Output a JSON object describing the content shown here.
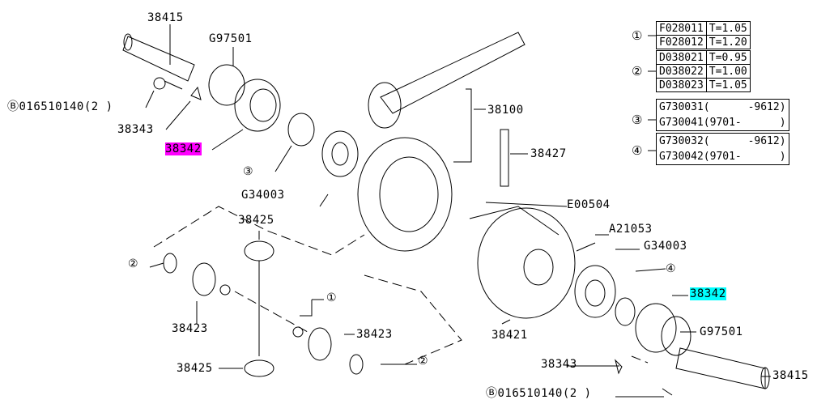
{
  "labels": {
    "shaft_left": "38415",
    "seal_left": "G97501",
    "bolt_left": "Ⓑ016510140(2 )",
    "lockplate_left": "38343",
    "retainer_left": "38342",
    "shim3": "③",
    "bearing_left": "G34003",
    "gear_set": "38100",
    "pin": "38427",
    "pin_clip": "E00504",
    "bolt_case": "A21053",
    "bearing_right": "G34003",
    "shim4": "④",
    "retainer_right": "38342",
    "seal_right": "G97501",
    "shaft_right": "38415",
    "lockplate_right": "38343",
    "bolt_right": "Ⓑ016510140(2 )",
    "diff_case": "38421",
    "pinion_top": "38425",
    "washer2_left": "②",
    "washer1": "①",
    "side_gear_left": "38423",
    "side_gear_right": "38423",
    "washer2_right": "②",
    "pinion_bottom": "38425"
  },
  "highlight_colors": {
    "magenta": "#ff00ff",
    "cyan": "#00ffff"
  },
  "reference_tables": [
    {
      "marker": "①",
      "rows": [
        [
          "F028011",
          "T=1.05"
        ],
        [
          "F028012",
          "T=1.20"
        ]
      ]
    },
    {
      "marker": "②",
      "rows": [
        [
          "D038021",
          "T=0.95"
        ],
        [
          "D038022",
          "T=1.00"
        ],
        [
          "D038023",
          "T=1.05"
        ]
      ]
    },
    {
      "marker": "③",
      "rows": [
        [
          "G730031(      -9612)"
        ],
        [
          "G730041(9701-      )"
        ]
      ]
    },
    {
      "marker": "④",
      "rows": [
        [
          "G730032(      -9612)"
        ],
        [
          "G730042(9701-      )"
        ]
      ]
    }
  ]
}
